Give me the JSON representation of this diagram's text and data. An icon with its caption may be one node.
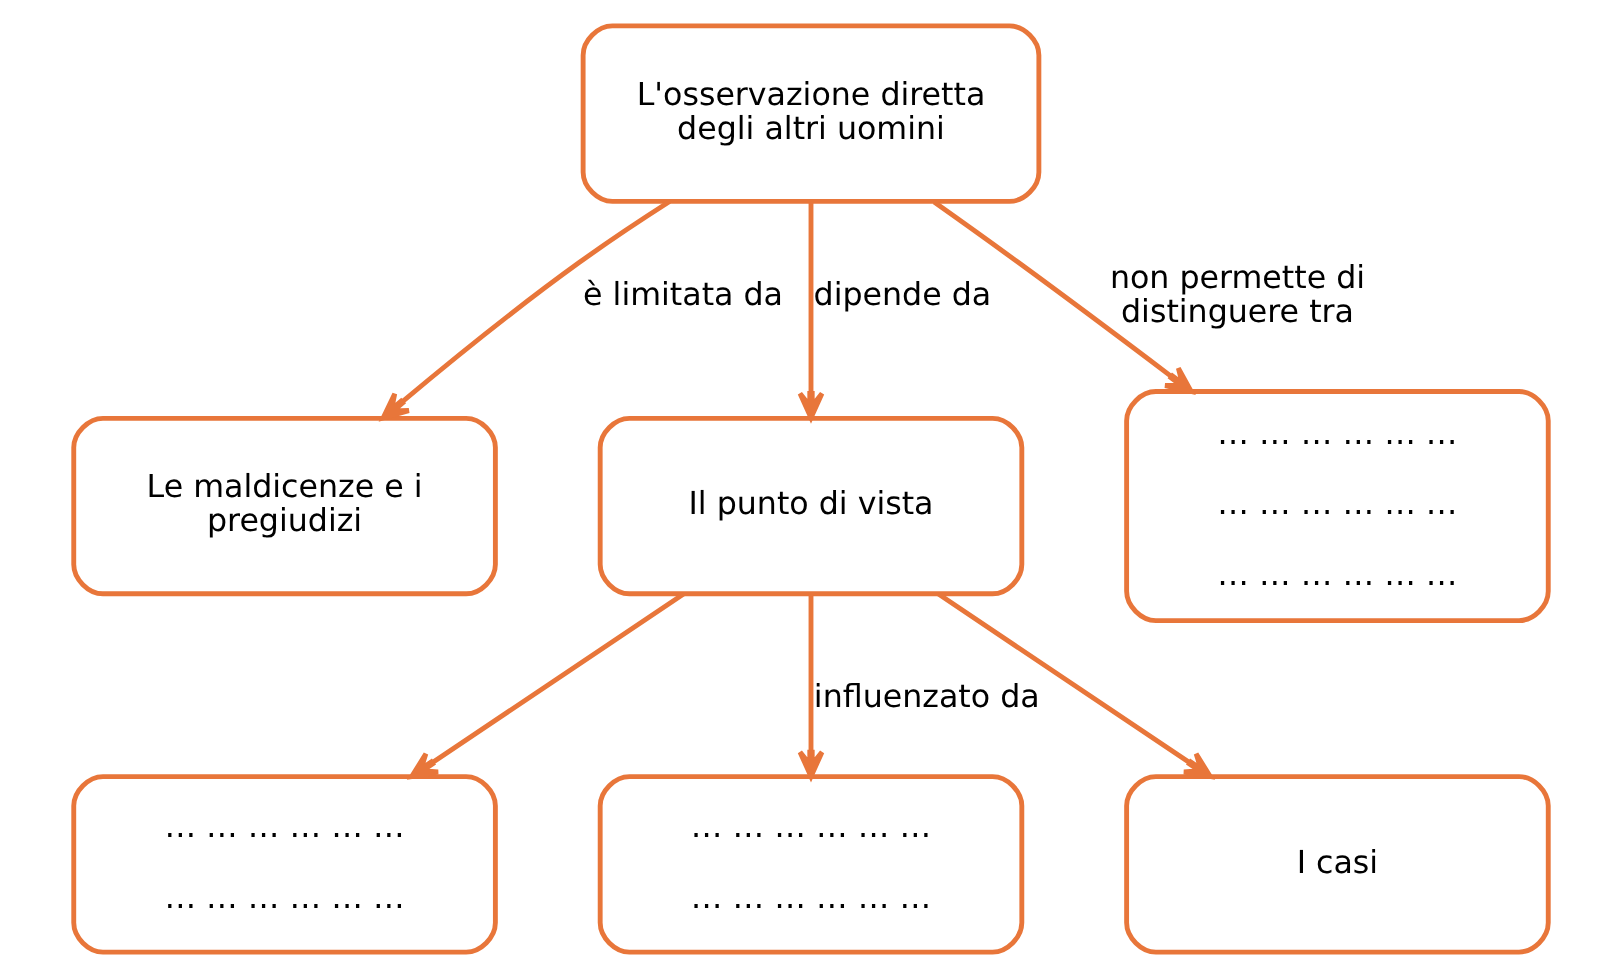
{
  "diagram": {
    "nodes": [
      {
        "text": [
          "L'osservazione diretta degli altri uomini"
        ]
      },
      {
        "text": [
          "Le maldicenze e i pregiudizi"
        ]
      },
      {
        "text": [
          "Il punto di vista"
        ]
      },
      {
        "text": [
          "… … … … … …",
          "… … … … … …",
          "… … … … … …"
        ]
      },
      {
        "text": [
          "… … … … … …",
          "… … … … … …"
        ]
      },
      {
        "text": [
          "… … … … … …",
          "… … … … … …"
        ]
      },
      {
        "text": [
          "I casi"
        ]
      }
    ],
    "edges": [
      {
        "from": 0,
        "to": 1,
        "arrow": "to",
        "label": "è limitata da"
      },
      {
        "from": 0,
        "to": 2,
        "arrow": "to",
        "label": "dipende da"
      },
      {
        "from": 0,
        "to": 3,
        "arrow": "to",
        "label": "non permette di distinguere tra"
      },
      {
        "from": 2,
        "to": 4,
        "arrow": "to"
      },
      {
        "from": 2,
        "to": 5,
        "arrow": "to",
        "label": "influenzato da"
      },
      {
        "from": 2,
        "to": 6,
        "arrow": "to"
      }
    ]
  }
}
